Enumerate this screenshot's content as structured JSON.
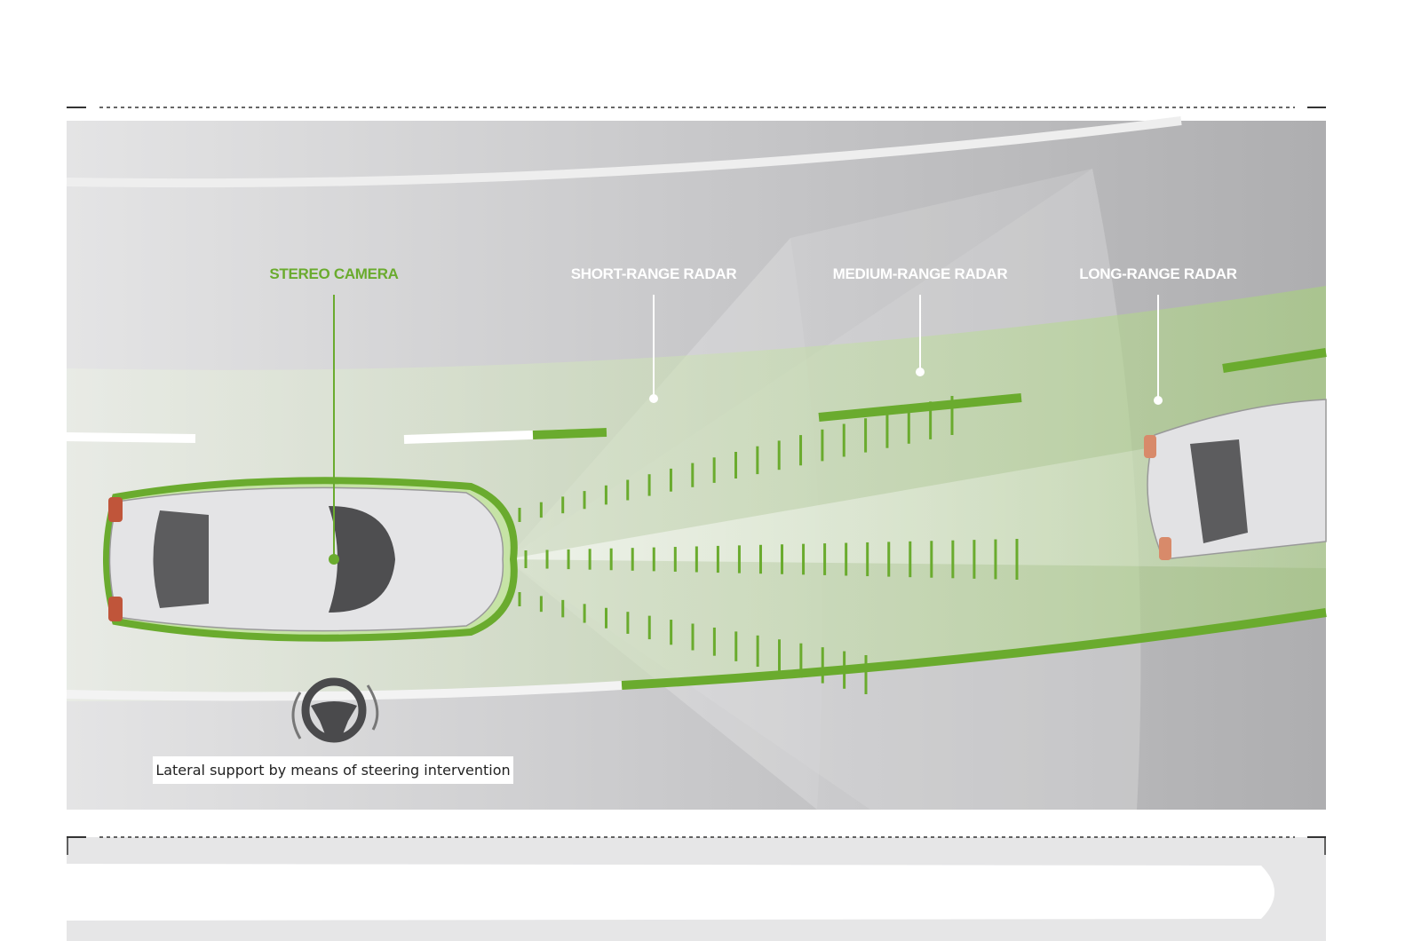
{
  "labels": {
    "stereo_camera": "STEREO CAMERA",
    "short_range_radar": "SHORT-RANGE RADAR",
    "medium_range_radar": "MEDIUM-RANGE RADAR",
    "long_range_radar": "LONG-RANGE RADAR"
  },
  "caption": "Lateral support by means of steering intervention",
  "colors": {
    "accent_green": "#6aab2e",
    "road_gray": "#c4c4c6",
    "light_green": "#c8dcb0"
  }
}
